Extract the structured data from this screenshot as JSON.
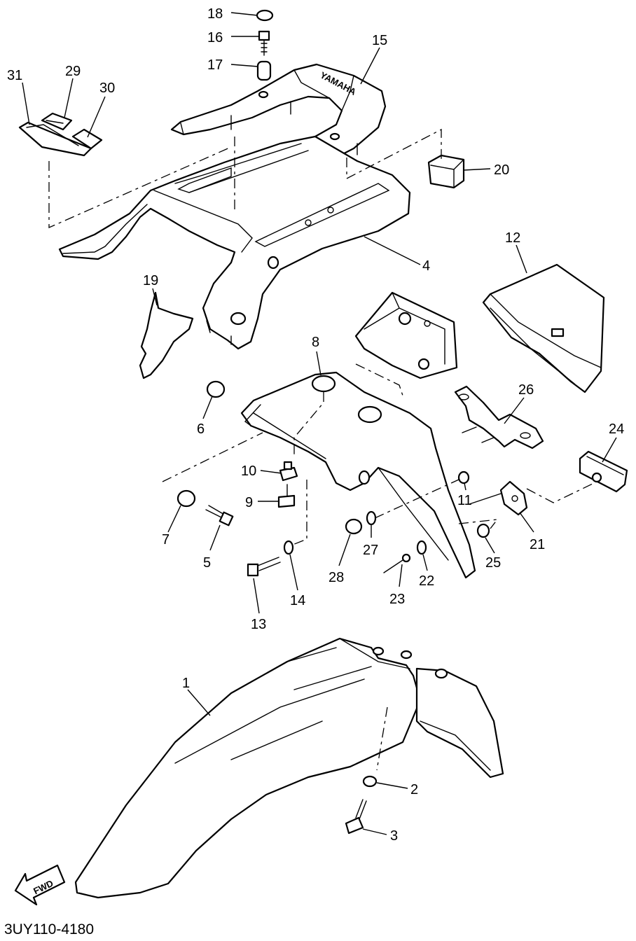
{
  "diagram": {
    "code": "3UY110-4180",
    "fwd_label": "FWD",
    "rack_brand": "YAMAHA",
    "callouts": [
      "18",
      "16",
      "17",
      "15",
      "29",
      "31",
      "30",
      "20",
      "4",
      "12",
      "19",
      "8",
      "26",
      "6",
      "24",
      "10",
      "11",
      "9",
      "7",
      "21",
      "5",
      "27",
      "28",
      "25",
      "22",
      "14",
      "23",
      "13",
      "1",
      "2",
      "3"
    ]
  }
}
